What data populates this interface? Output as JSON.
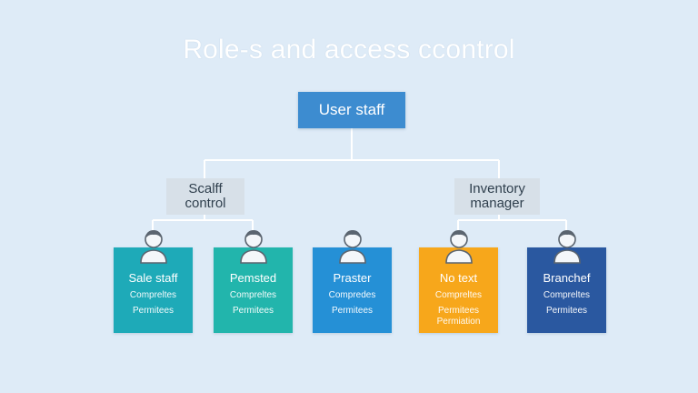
{
  "title": "Role-s and access ccontrol",
  "root": {
    "label": "User staff"
  },
  "groups": [
    {
      "label_line1": "Scalff",
      "label_line2": "control"
    },
    {
      "label_line1": "Inventory",
      "label_line2": "manager"
    }
  ],
  "cards": [
    {
      "name": "Sale staff",
      "line1": "Compreltes",
      "line2": "Permitees",
      "line3": "",
      "color": "#1eaab8"
    },
    {
      "name": "Pemsted",
      "line1": "Compreltes",
      "line2": "Permitees",
      "line3": "",
      "color": "#22b5ac"
    },
    {
      "name": "Praster",
      "line1": "Compredes",
      "line2": "Permitees",
      "line3": "",
      "color": "#2590d6"
    },
    {
      "name": "No text",
      "line1": "Compreltes",
      "line2": "Permitees",
      "line3": "Permiation",
      "color": "#f7a71b"
    },
    {
      "name": "Branchef",
      "line1": "Compreltes",
      "line2": "Permitees",
      "line3": "",
      "color": "#2a58a0"
    }
  ],
  "colors": {
    "background": "#deebf7",
    "root": "#3d8cd0",
    "group": "#d7e0e8",
    "connector": "#ffffff",
    "avatar_fill": "#f4f7fa",
    "avatar_stroke": "#5b6570"
  }
}
